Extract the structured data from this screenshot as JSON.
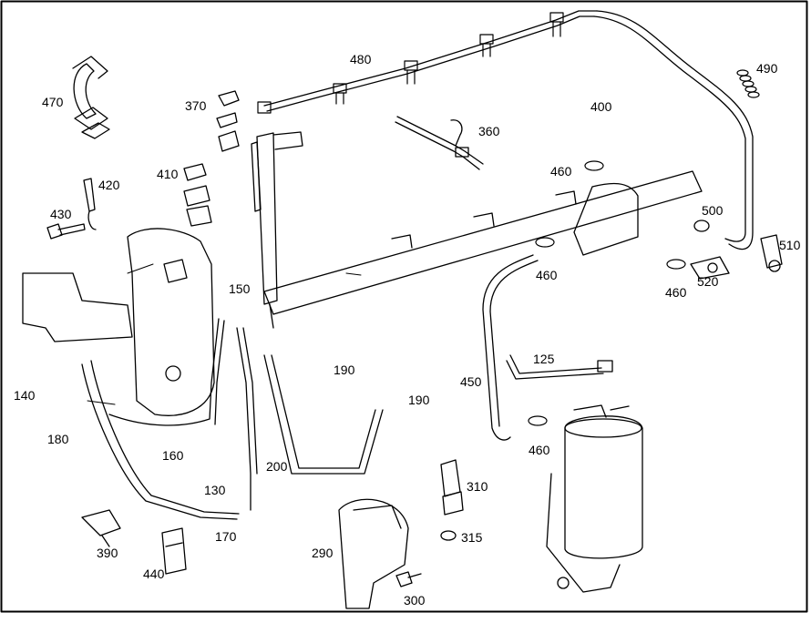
{
  "diagram": {
    "labels": {
      "p480": "480",
      "p490": "490",
      "p470": "470",
      "p370": "370",
      "p400": "400",
      "p360": "360",
      "p420": "420",
      "p410": "410",
      "p460a": "460",
      "p430": "430",
      "p500": "500",
      "p510": "510",
      "p460b": "460",
      "p520": "520",
      "p460c": "460",
      "p150": "150",
      "p190a": "190",
      "p125": "125",
      "p140": "140",
      "p450": "450",
      "p190b": "190",
      "p180": "180",
      "p460d": "460",
      "p160": "160",
      "p200": "200",
      "p310": "310",
      "p130": "130",
      "p170": "170",
      "p315": "315",
      "p390": "390",
      "p290": "290",
      "p440": "440",
      "p300": "300"
    }
  }
}
